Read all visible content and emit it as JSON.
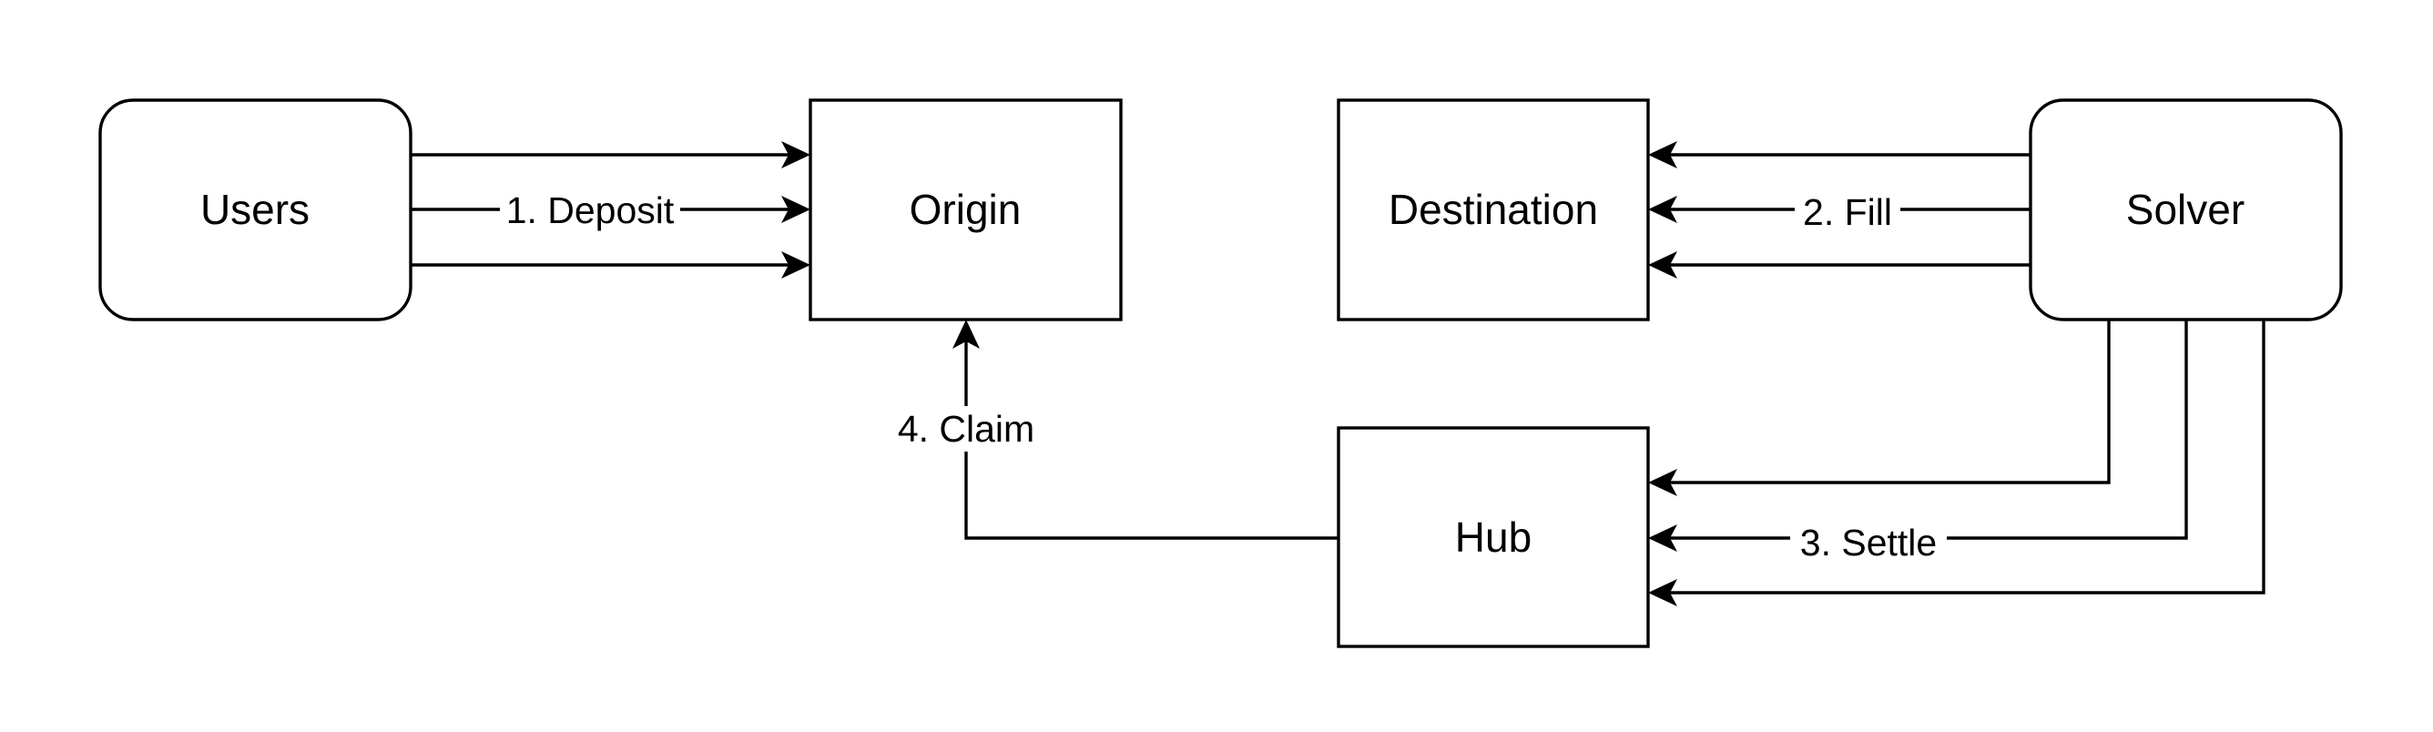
{
  "nodes": {
    "users": {
      "label": "Users",
      "shape": "rounded"
    },
    "origin": {
      "label": "Origin",
      "shape": "rect"
    },
    "destination": {
      "label": "Destination",
      "shape": "rect"
    },
    "solver": {
      "label": "Solver",
      "shape": "rounded"
    },
    "hub": {
      "label": "Hub",
      "shape": "rect"
    }
  },
  "edges": {
    "deposit": {
      "label": "1. Deposit",
      "from": "Users",
      "to": "Origin",
      "count": 3
    },
    "fill": {
      "label": "2. Fill",
      "from": "Solver",
      "to": "Destination",
      "count": 3
    },
    "settle": {
      "label": "3. Settle",
      "from": "Solver",
      "to": "Hub",
      "count": 3
    },
    "claim": {
      "label": "4. Claim",
      "from": "Hub",
      "to": "Origin",
      "count": 1
    }
  },
  "colors": {
    "stroke": "#000000",
    "background": "#ffffff"
  }
}
